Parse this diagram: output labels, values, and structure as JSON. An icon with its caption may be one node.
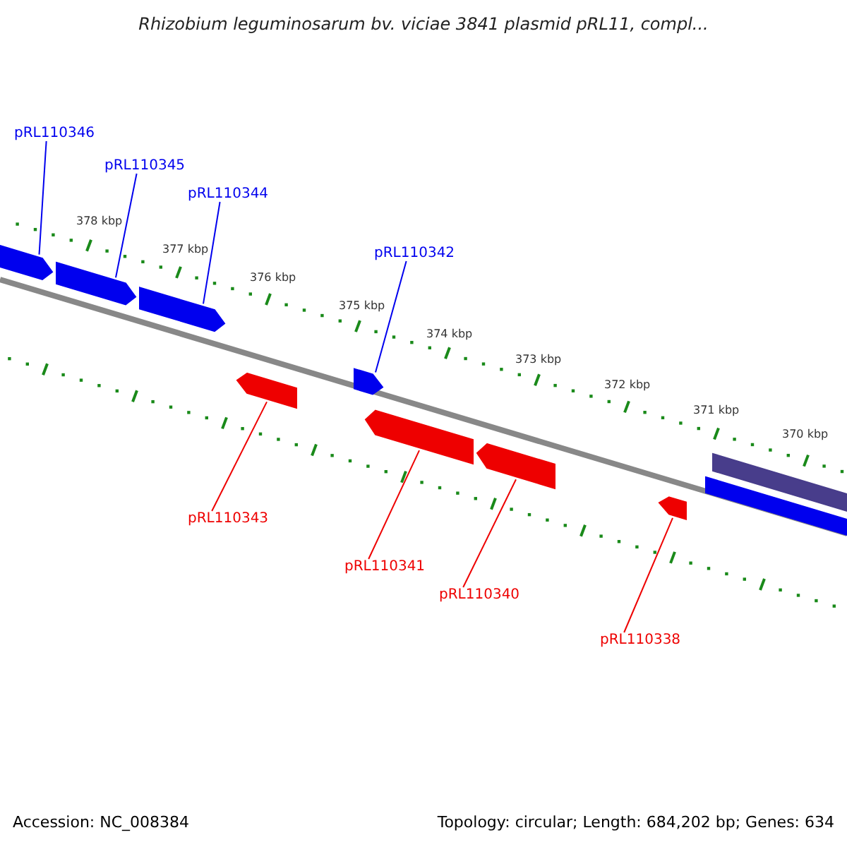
{
  "diagram": {
    "title": "Rhizobium leguminosarum bv. viciae 3841 plasmid pRL11, compl...",
    "nodes": [
      {
        "text": [
          "pRL110346"
        ]
      },
      {
        "text": [
          "pRL110345"
        ]
      },
      {
        "text": [
          "pRL110344"
        ]
      },
      {
        "text": [
          "pRL110342"
        ]
      },
      {
        "text": [
          "pRL110343"
        ]
      },
      {
        "text": [
          "pRL110341"
        ]
      },
      {
        "text": [
          "pRL110340"
        ]
      },
      {
        "text": [
          "pRL110338"
        ]
      },
      {
        "text": [],
        "shape": "arrow"
      },
      {
        "text": [],
        "shape": "arrow"
      },
      {
        "text": [],
        "shape": "arrow"
      },
      {
        "text": [],
        "shape": "arrow"
      },
      {
        "text": [],
        "shape": "arrow"
      },
      {
        "text": [],
        "shape": "arrow"
      },
      {
        "text": [],
        "shape": "arrow"
      },
      {
        "text": [],
        "shape": "arrow"
      },
      {
        "text": [],
        "shape": "bar"
      },
      {
        "text": [],
        "shape": "bar"
      }
    ],
    "edges": [
      {
        "from": 0,
        "to": 8,
        "arrow": "none"
      },
      {
        "from": 1,
        "to": 9,
        "arrow": "none"
      },
      {
        "from": 2,
        "to": 10,
        "arrow": "none"
      },
      {
        "from": 3,
        "to": 12,
        "arrow": "none"
      },
      {
        "from": 4,
        "to": 11,
        "arrow": "none",
        "color": "#ee0000"
      },
      {
        "from": 5,
        "to": 13,
        "arrow": "none",
        "color": "#ee0000"
      },
      {
        "from": 6,
        "to": 14,
        "arrow": "none",
        "color": "#ee0000"
      },
      {
        "from": 7,
        "to": 15,
        "arrow": "none",
        "color": "#ee0000"
      }
    ],
    "labels": [
      "378 kbp",
      "377 kbp",
      "376 kbp",
      "375 kbp",
      "374 kbp",
      "373 kbp",
      "372 kbp",
      "371 kbp",
      "370 kbp",
      "Accession: NC_008384",
      "Topology: circular; Length: 684,202 bp; Genes: 634"
    ]
  }
}
